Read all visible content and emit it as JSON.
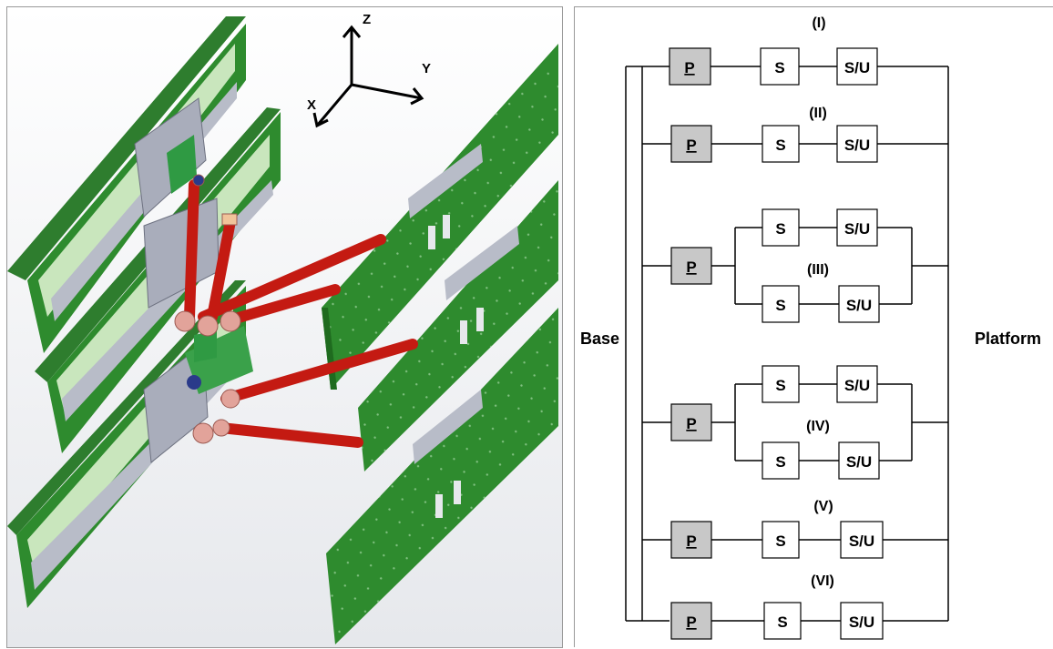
{
  "scene": {
    "axes": {
      "z": "Z",
      "y": "Y",
      "x": "X"
    },
    "colors": {
      "panel_green": "#2e8b2e",
      "rail_green": "#b9dcae",
      "strut_red": "#c41a12",
      "joint_pink": "#e2a39a",
      "slider_gray": "#b8bcc8"
    }
  },
  "diagram": {
    "base_label": "Base",
    "platform_label": "Platform",
    "limbs": [
      {
        "id": "(I)",
        "p": "P",
        "s": "S",
        "su": "S/U"
      },
      {
        "id": "(II)",
        "p": "P",
        "s": "S",
        "su": "S/U"
      },
      {
        "id": "(III)",
        "p": "P",
        "s": "S",
        "su": "S/U",
        "s2": "S",
        "su2": "S/U"
      },
      {
        "id": "(IV)",
        "p": "P",
        "s": "S",
        "su": "S/U",
        "s2": "S",
        "su2": "S/U"
      },
      {
        "id": "(V)",
        "p": "P",
        "s": "S",
        "su": "S/U"
      },
      {
        "id": "(VI)",
        "p": "P",
        "s": "S",
        "su": "S/U"
      }
    ]
  }
}
